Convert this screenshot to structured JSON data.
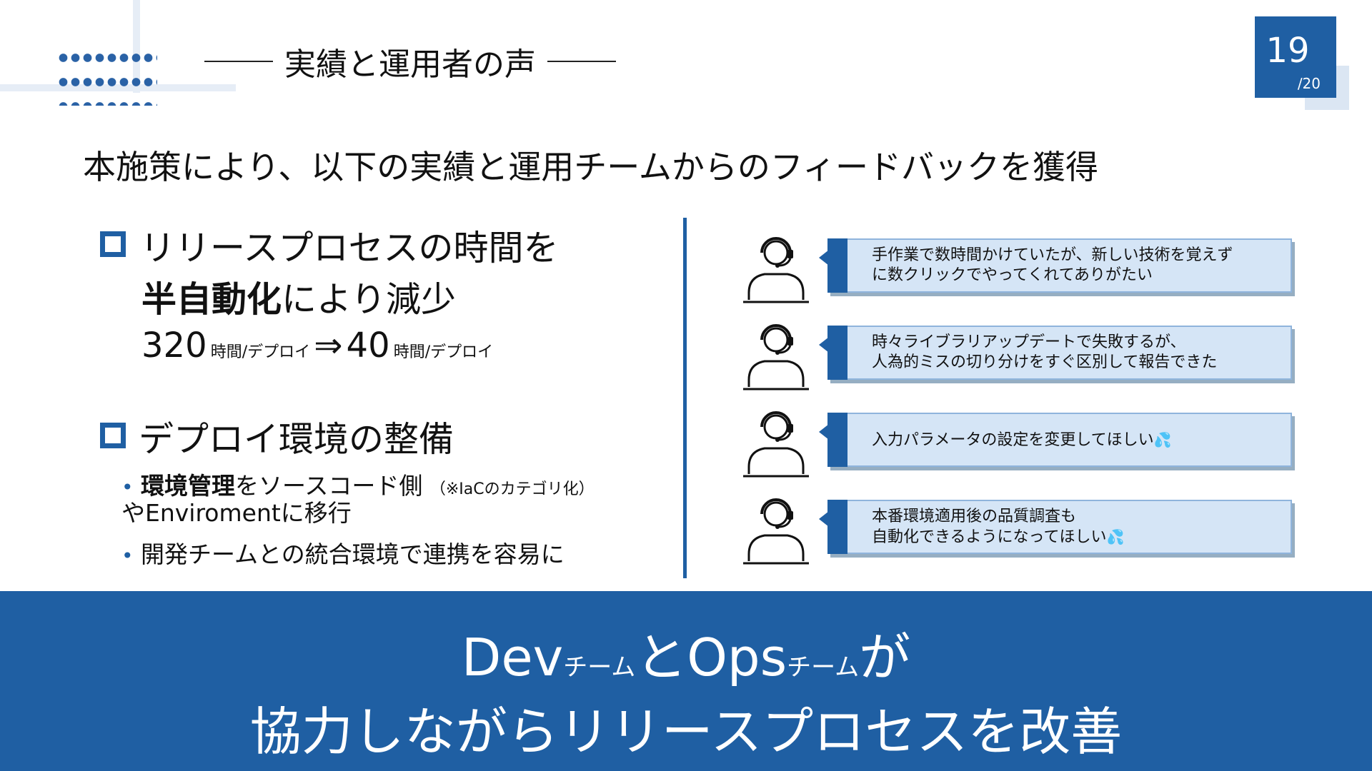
{
  "header": {
    "title": "実績と運用者の声"
  },
  "page": {
    "current": "19",
    "total": "/20"
  },
  "lead": "本施策により、以下の実績と運用チームからのフィードバックを獲得",
  "section1": {
    "line1": "リリースプロセスの時間を",
    "line2_bold": "半自動化",
    "line2_rest": "により減少",
    "before_value": "320",
    "before_unit": "時間/デプロイ",
    "arrow": "⇒",
    "after_value": "40",
    "after_unit": "時間/デプロイ"
  },
  "section2": {
    "title": "デプロイ環境の整備",
    "bullet1_bold": "環境管理",
    "bullet1_rest": "をソースコード側",
    "bullet1_note": "（※IaCのカテゴリ化）",
    "bullet1_line2": "やEnviromentに移行",
    "bullet2": "開発チームとの統合環境で連携を容易に",
    "bullet_mark": "•"
  },
  "feedback": [
    {
      "line1": "手作業で数時間かけていたが、新しい技術を覚えず",
      "line2": "に数クリックでやってくれてありがたい"
    },
    {
      "line1": "時々ライブラリアップデートで失敗するが、",
      "line2": "人為的ミスの切り分けをすぐ区別して報告できた"
    },
    {
      "line1": "入力パラメータの設定を変更してほしい",
      "emoji": "💦"
    },
    {
      "line1": "本番環境適用後の品質調査も",
      "line2": "自動化できるようになってほしい",
      "emoji": "💦"
    }
  ],
  "footer": {
    "dev": "Dev",
    "team1": "チーム",
    "to": "と",
    "ops": "Ops",
    "team2": "チーム",
    "ga": "が",
    "line2": "協力しながらリリースプロセスを改善"
  },
  "colors": {
    "accent": "#1f5fa3",
    "bubble": "#d5e5f6"
  },
  "icons": {
    "bullet_square": "square-bullet-icon",
    "operator": "headset-operator-icon"
  }
}
